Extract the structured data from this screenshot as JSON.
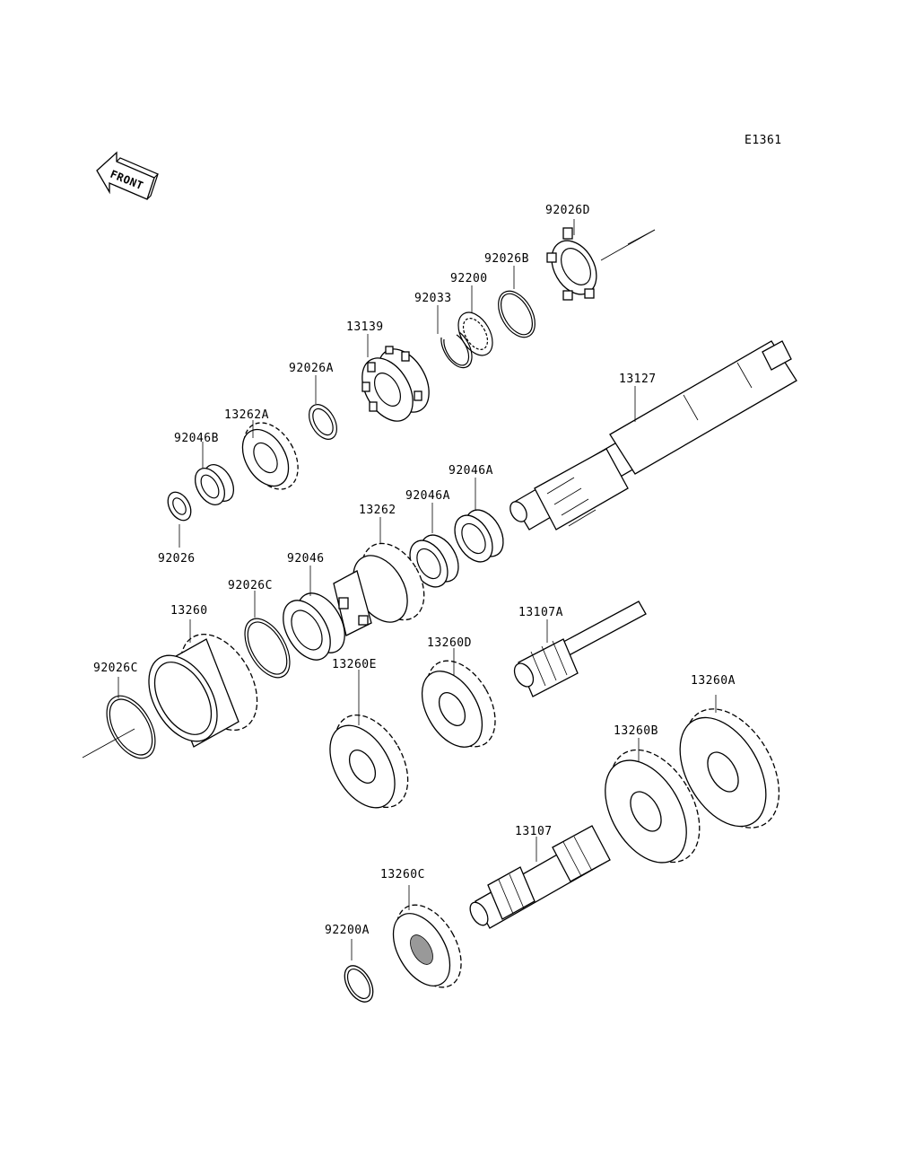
{
  "diagram_code": "E1361",
  "front_label": "FRONT",
  "parts": {
    "p92026D": "92026D",
    "p92026B": "92026B",
    "p92200": "92200",
    "p92033": "92033",
    "p13139": "13139",
    "p92026A": "92026A",
    "p13262A": "13262A",
    "p92046B": "92046B",
    "p92026": "92026",
    "p13127": "13127",
    "p92046A_1": "92046A",
    "p92046A_2": "92046A",
    "p13262": "13262",
    "p92046": "92046",
    "p92026C_1": "92026C",
    "p13260": "13260",
    "p92026C_2": "92026C",
    "p13107A": "13107A",
    "p13260D": "13260D",
    "p13260E": "13260E",
    "p13260A": "13260A",
    "p13260B": "13260B",
    "p13107": "13107",
    "p13260C": "13260C",
    "p92200A": "92200A"
  }
}
